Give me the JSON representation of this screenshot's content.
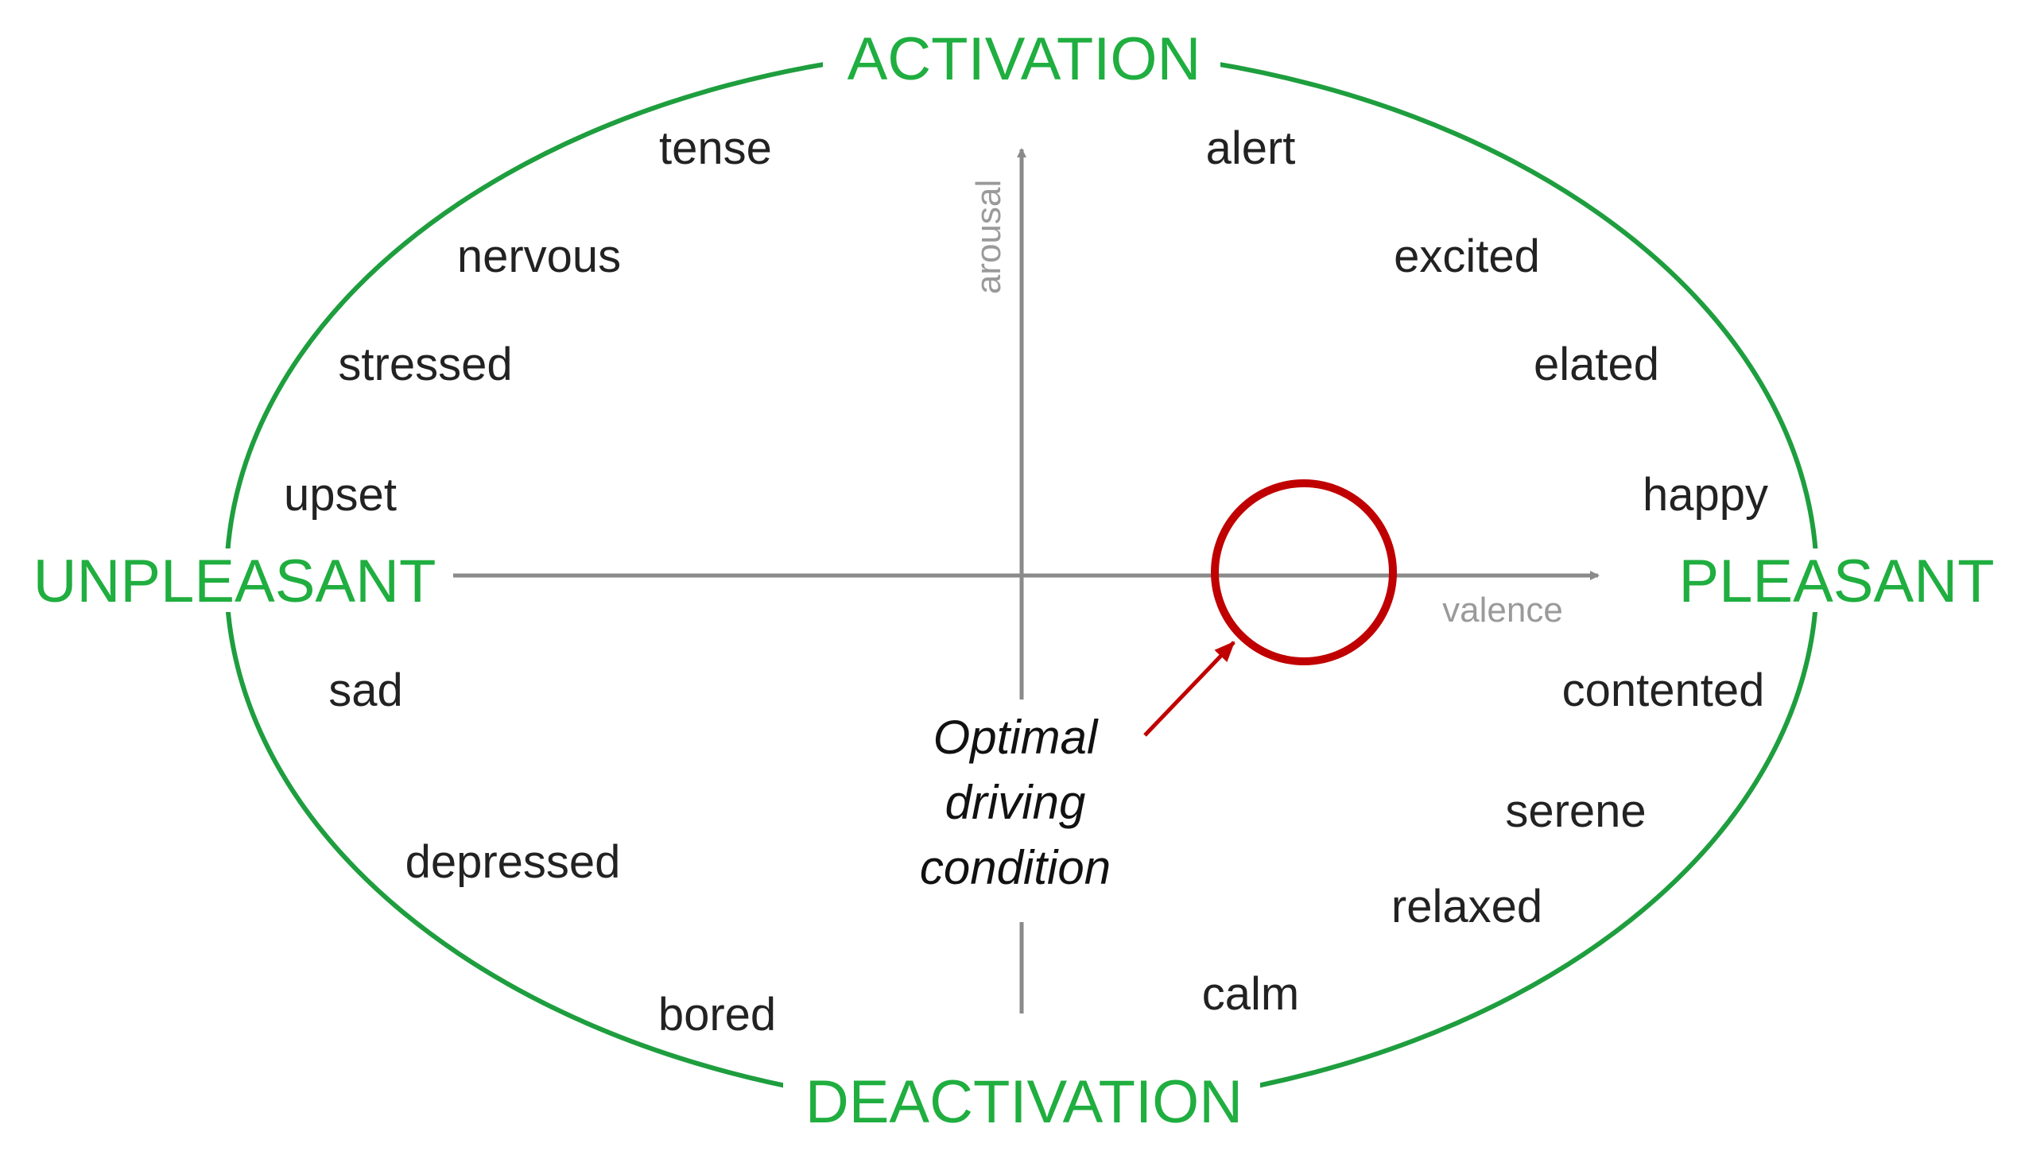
{
  "colors": {
    "ring": "#1e9e3e",
    "pole_text": "#1fae3f",
    "axis": "#8a8a8a",
    "axis_label": "#9a9a9a",
    "word": "#222222",
    "highlight": "#c00000",
    "note": "#111111",
    "background": "#ffffff"
  },
  "poles": {
    "top": "ACTIVATION",
    "bottom": "DEACTIVATION",
    "left": "UNPLEASANT",
    "right": "PLEASANT"
  },
  "axes": {
    "vertical": "arousal",
    "horizontal": "valence"
  },
  "emotions": {
    "tense": "tense",
    "nervous": "nervous",
    "stressed": "stressed",
    "upset": "upset",
    "sad": "sad",
    "depressed": "depressed",
    "bored": "bored",
    "alert": "alert",
    "excited": "excited",
    "elated": "elated",
    "happy": "happy",
    "contented": "contented",
    "serene": "serene",
    "relaxed": "relaxed",
    "calm": "calm"
  },
  "annotation": {
    "line1": "Optimal",
    "line2": "driving",
    "line3": "condition"
  }
}
